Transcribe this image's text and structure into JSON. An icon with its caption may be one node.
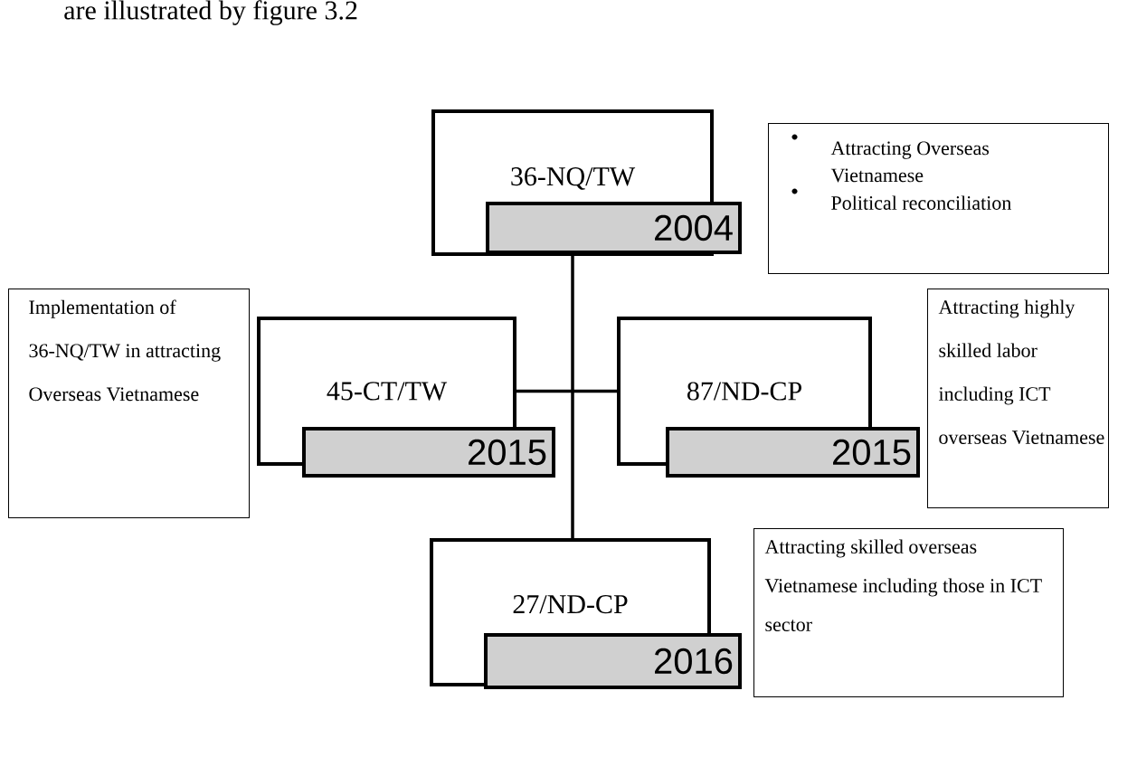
{
  "diagram": {
    "nodes": [
      {
        "text": [
          "36-NQ/TW"
        ]
      },
      {
        "text": [
          "2004"
        ]
      },
      {
        "text": [
          "Attracting Overseas Vietnamese",
          "Political reconciliation"
        ]
      },
      {
        "text": [
          "Implementation of 36-NQ/TW in attracting Overseas Vietnamese"
        ]
      },
      {
        "text": [
          "45-CT/TW"
        ]
      },
      {
        "text": [
          "2015"
        ]
      },
      {
        "text": [
          "87/ND-CP"
        ]
      },
      {
        "text": [
          "2015"
        ]
      },
      {
        "text": [
          "Attracting highly skilled labor including ICT overseas Vietnamese"
        ]
      },
      {
        "text": [
          "27/ND-CP"
        ]
      },
      {
        "text": [
          "2016"
        ]
      },
      {
        "text": [
          "Attracting skilled overseas Vietnamese including those in ICT sector"
        ]
      }
    ],
    "edges": [
      {
        "from": 0,
        "to": 9,
        "arrow": "none"
      },
      {
        "from": 4,
        "to": 6,
        "arrow": "none"
      }
    ],
    "labels": [
      "are illustrated by figure 3.2"
    ]
  }
}
